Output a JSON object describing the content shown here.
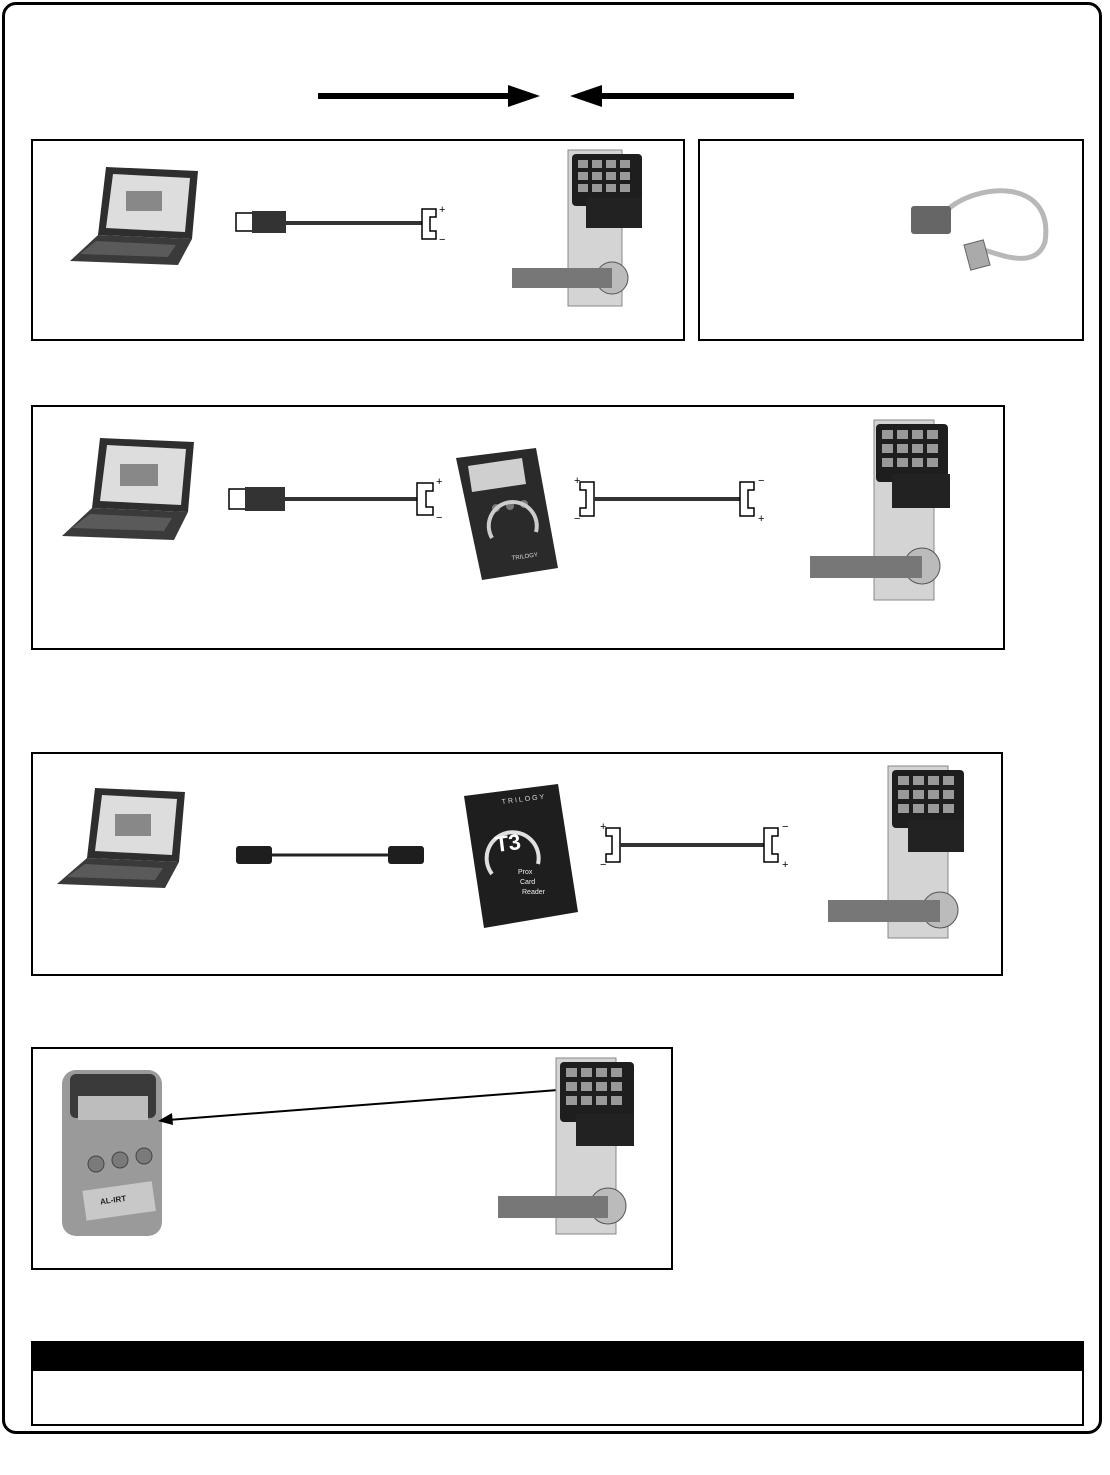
{
  "page": {
    "arrows": [
      {
        "direction": "right"
      },
      {
        "direction": "left"
      }
    ]
  },
  "panels": [
    {
      "name": "panel-direct-cable",
      "items": [
        "laptop-icon",
        "serial-cable-icon",
        "keypad-lock-icon"
      ]
    },
    {
      "name": "panel-usb-adapter",
      "items": [
        "usb-serial-adapter-icon"
      ]
    },
    {
      "name": "panel-data-transfer-module",
      "items": [
        "laptop-icon",
        "serial-cable-icon",
        "data-transfer-module-icon",
        "lock-cable-icon",
        "keypad-lock-icon"
      ]
    },
    {
      "name": "panel-t3-reader",
      "items": [
        "laptop-icon",
        "db9-cable-icon",
        "t3-reader-icon",
        "lock-cable-icon",
        "keypad-lock-icon"
      ]
    },
    {
      "name": "panel-ir-printer",
      "items": [
        "ir-printer-icon",
        "infrared-arrow-icon",
        "keypad-lock-icon"
      ]
    }
  ],
  "devices": {
    "dtm": {
      "brand": "TRILOGY"
    },
    "t3": {
      "brand": "TRILOGY",
      "logo": "T3",
      "caption_lines": [
        "Prox",
        "Card",
        "Reader"
      ]
    },
    "printer": {
      "label": "AL-IRT"
    }
  },
  "polarity": {
    "plus": "+",
    "minus": "−"
  },
  "note": {
    "header": "",
    "body": ""
  },
  "colors": {
    "ink": "#000000",
    "metal": "#c8c8c8",
    "dark": "#2a2a2a"
  }
}
